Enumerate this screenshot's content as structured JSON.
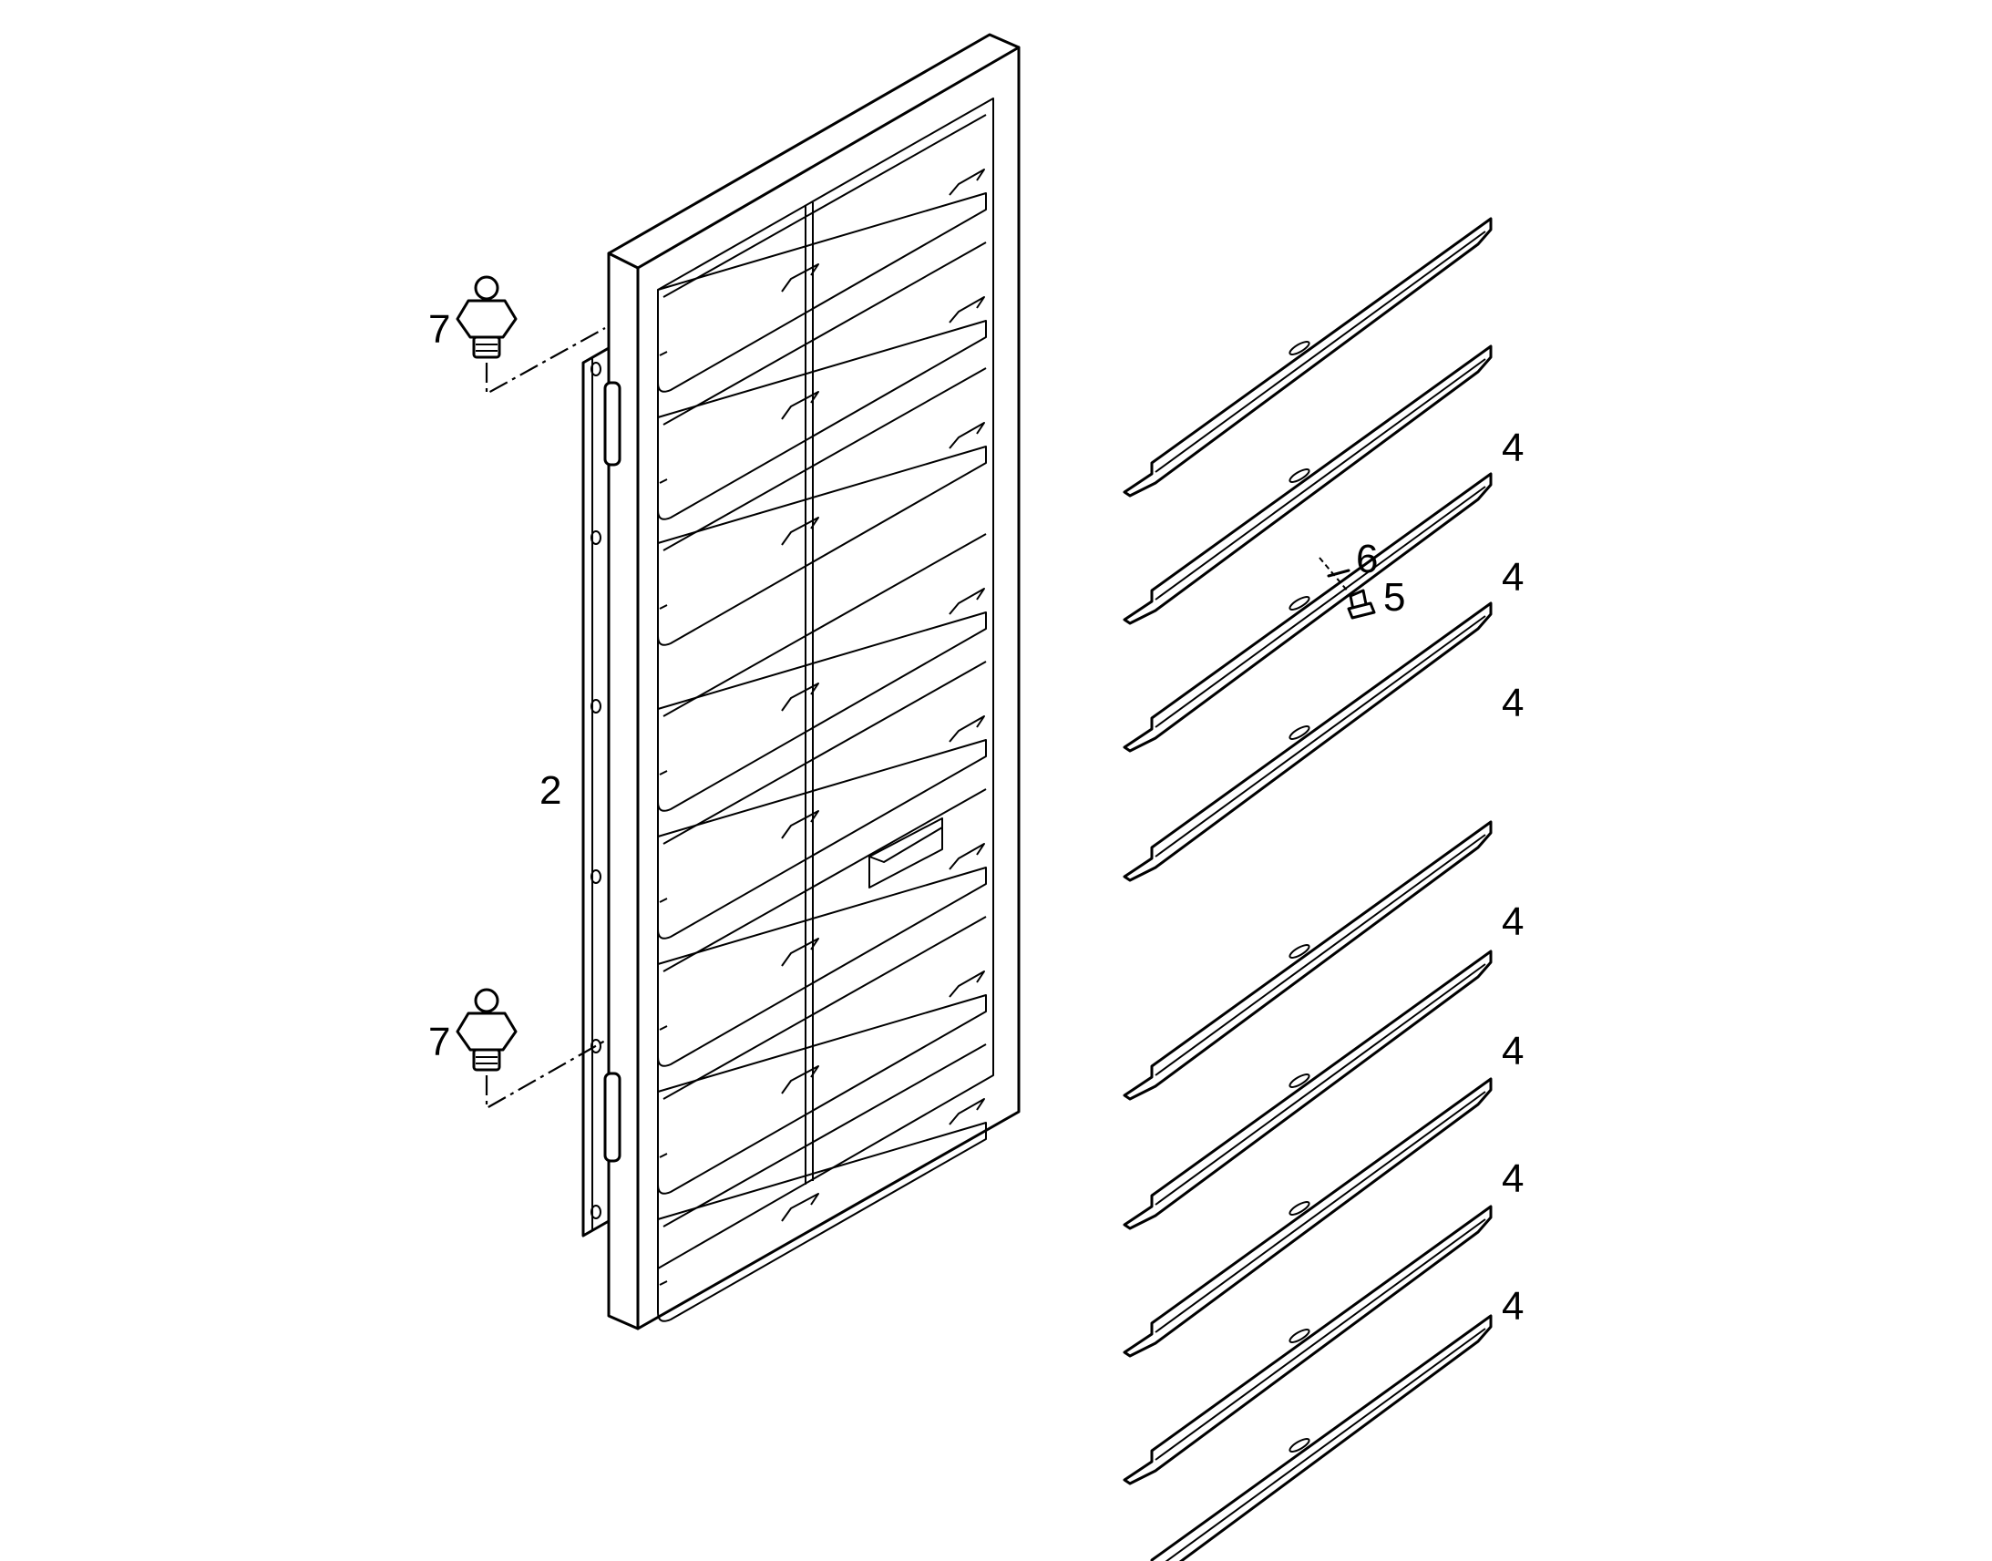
{
  "callouts": {
    "grease_fitting_top": "7",
    "grease_fitting_bottom": "7",
    "hinge_strip": "2",
    "washer": "6",
    "screw": "5",
    "louver_blades": [
      "4",
      "4",
      "4",
      "4",
      "4",
      "4",
      "4"
    ]
  },
  "louver_count": 9,
  "colors": {
    "line": "#000000",
    "background": "#ffffff"
  }
}
